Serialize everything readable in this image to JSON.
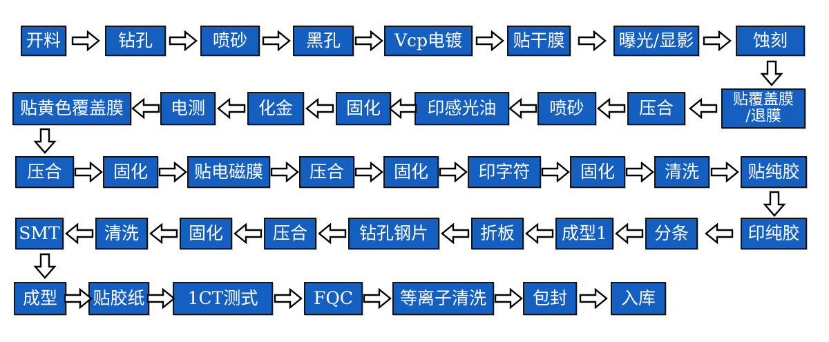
{
  "colors": {
    "box_fill": "#155FC0",
    "box_border": "#141414",
    "text_color": "#FFFFFF",
    "arrow_fill": "#FFFFFF",
    "arrow_stroke": "#000000",
    "page_bg": "#FFFFFF"
  },
  "rows": [
    {
      "direction": "left-to-right",
      "steps": [
        "开料",
        "钻孔",
        "喷砂",
        "黑孔",
        "Vcp电镀",
        "贴干膜",
        "曝光/显影",
        "蚀刻"
      ]
    },
    {
      "direction": "right-to-left",
      "steps": [
        "贴黄色覆盖膜",
        "电测",
        "化金",
        "固化",
        "印感光油",
        "喷砂",
        "压合",
        "贴覆盖膜\n/退膜"
      ]
    },
    {
      "direction": "left-to-right",
      "steps": [
        "压合",
        "固化",
        "贴电磁膜",
        "压合",
        "固化",
        "印字符",
        "固化",
        "清洗",
        "贴纯胶"
      ]
    },
    {
      "direction": "right-to-left",
      "steps": [
        "SMT",
        "清洗",
        "固化",
        "压合",
        "钻孔钢片",
        "折板",
        "成型1",
        "分条",
        "印纯胶"
      ]
    },
    {
      "direction": "left-to-right",
      "steps": [
        "成型",
        "贴胶纸",
        "1CT测式",
        "FQC",
        "等离子清洗",
        "包封",
        "入库"
      ]
    }
  ]
}
